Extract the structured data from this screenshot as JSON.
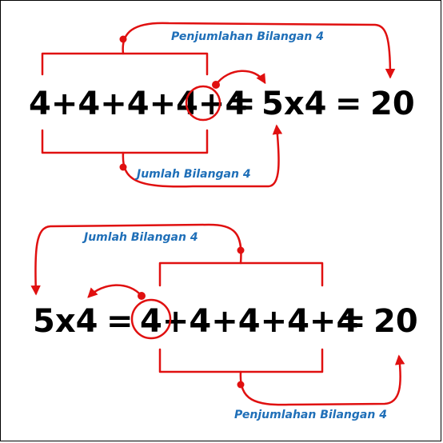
{
  "top": {
    "sum_terms": [
      "4",
      "+",
      "4",
      "+",
      "4",
      "+",
      "4",
      "+",
      "4"
    ],
    "eq1": "=",
    "product": "5x4",
    "eq2": "=",
    "result": "20",
    "label_top": "Penjumlahan Bilangan 4",
    "label_bottom": "Jumlah Bilangan 4"
  },
  "bottom": {
    "product": "5x4",
    "eq1": "=",
    "sum_terms": [
      "4",
      "+",
      "4",
      "+",
      "4",
      "+",
      "4",
      "+",
      "4"
    ],
    "eq2": "=",
    "result": "20",
    "label_top": "Jumlah Bilangan 4",
    "label_bottom": "Penjumlahan Bilangan 4"
  },
  "colors": {
    "annotation": "#e01010",
    "label": "#1f6fb8",
    "text": "#000000"
  }
}
